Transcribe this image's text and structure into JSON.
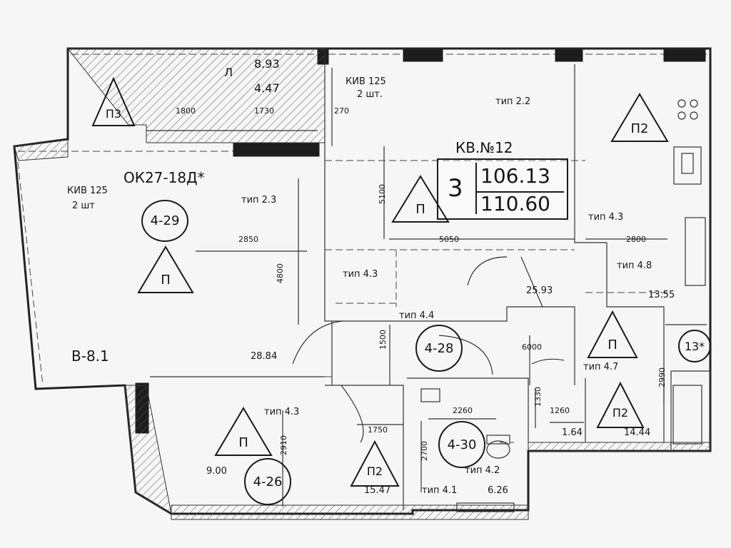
{
  "apartment": {
    "title": "КВ.№12",
    "rooms_count": "3",
    "area_1": "106.13",
    "area_2": "110.60"
  },
  "labels": {
    "window_mark": "ОК27-18Д*",
    "balcony_l": "Л",
    "balcony_a": "8.93",
    "balcony_b": "4.47",
    "kiv_top": "КИВ 125",
    "kiv_top_qty": "2 шт.",
    "kiv_left": "КИВ 125",
    "kiv_left_qty": "2 шт",
    "type_22": "тип 2.2",
    "type_23": "тип 2.3",
    "type_43_a": "тип 4.3",
    "type_43_b": "тип 4.3",
    "type_43_c": "тип 4.3",
    "type_44": "тип 4.4",
    "type_48": "тип 4.8",
    "type_47": "тип 4.7",
    "type_42": "тип 4.2",
    "type_41": "тип 4.1",
    "v81": "В-8.1",
    "room_2884": "28.84",
    "room_2593": "25.93",
    "room_1355": "13.55",
    "room_900": "9.00",
    "room_1547": "15.47",
    "room_626": "6.26",
    "room_164": "1.64",
    "room_1444": "14.44",
    "dim_1800": "1800",
    "dim_1730": "1730",
    "dim_270": "270",
    "dim_5100": "5100",
    "dim_2850": "2850",
    "dim_4800": "4800",
    "dim_5050": "5050",
    "dim_2800": "2800",
    "dim_1500": "1500",
    "dim_6000": "6000",
    "dim_2260": "2260",
    "dim_1750": "1750",
    "dim_2910": "2910",
    "dim_1330": "1330",
    "dim_1260": "1260",
    "dim_2990": "2990",
    "dim_2700": "2700",
    "room_tag_428": "4-28",
    "room_tag_429": "4-29",
    "room_tag_430": "4-30",
    "room_tag_426": "4-26",
    "room_tag_13": "13*",
    "p": "П",
    "p2": "П2",
    "p3": "П3"
  }
}
